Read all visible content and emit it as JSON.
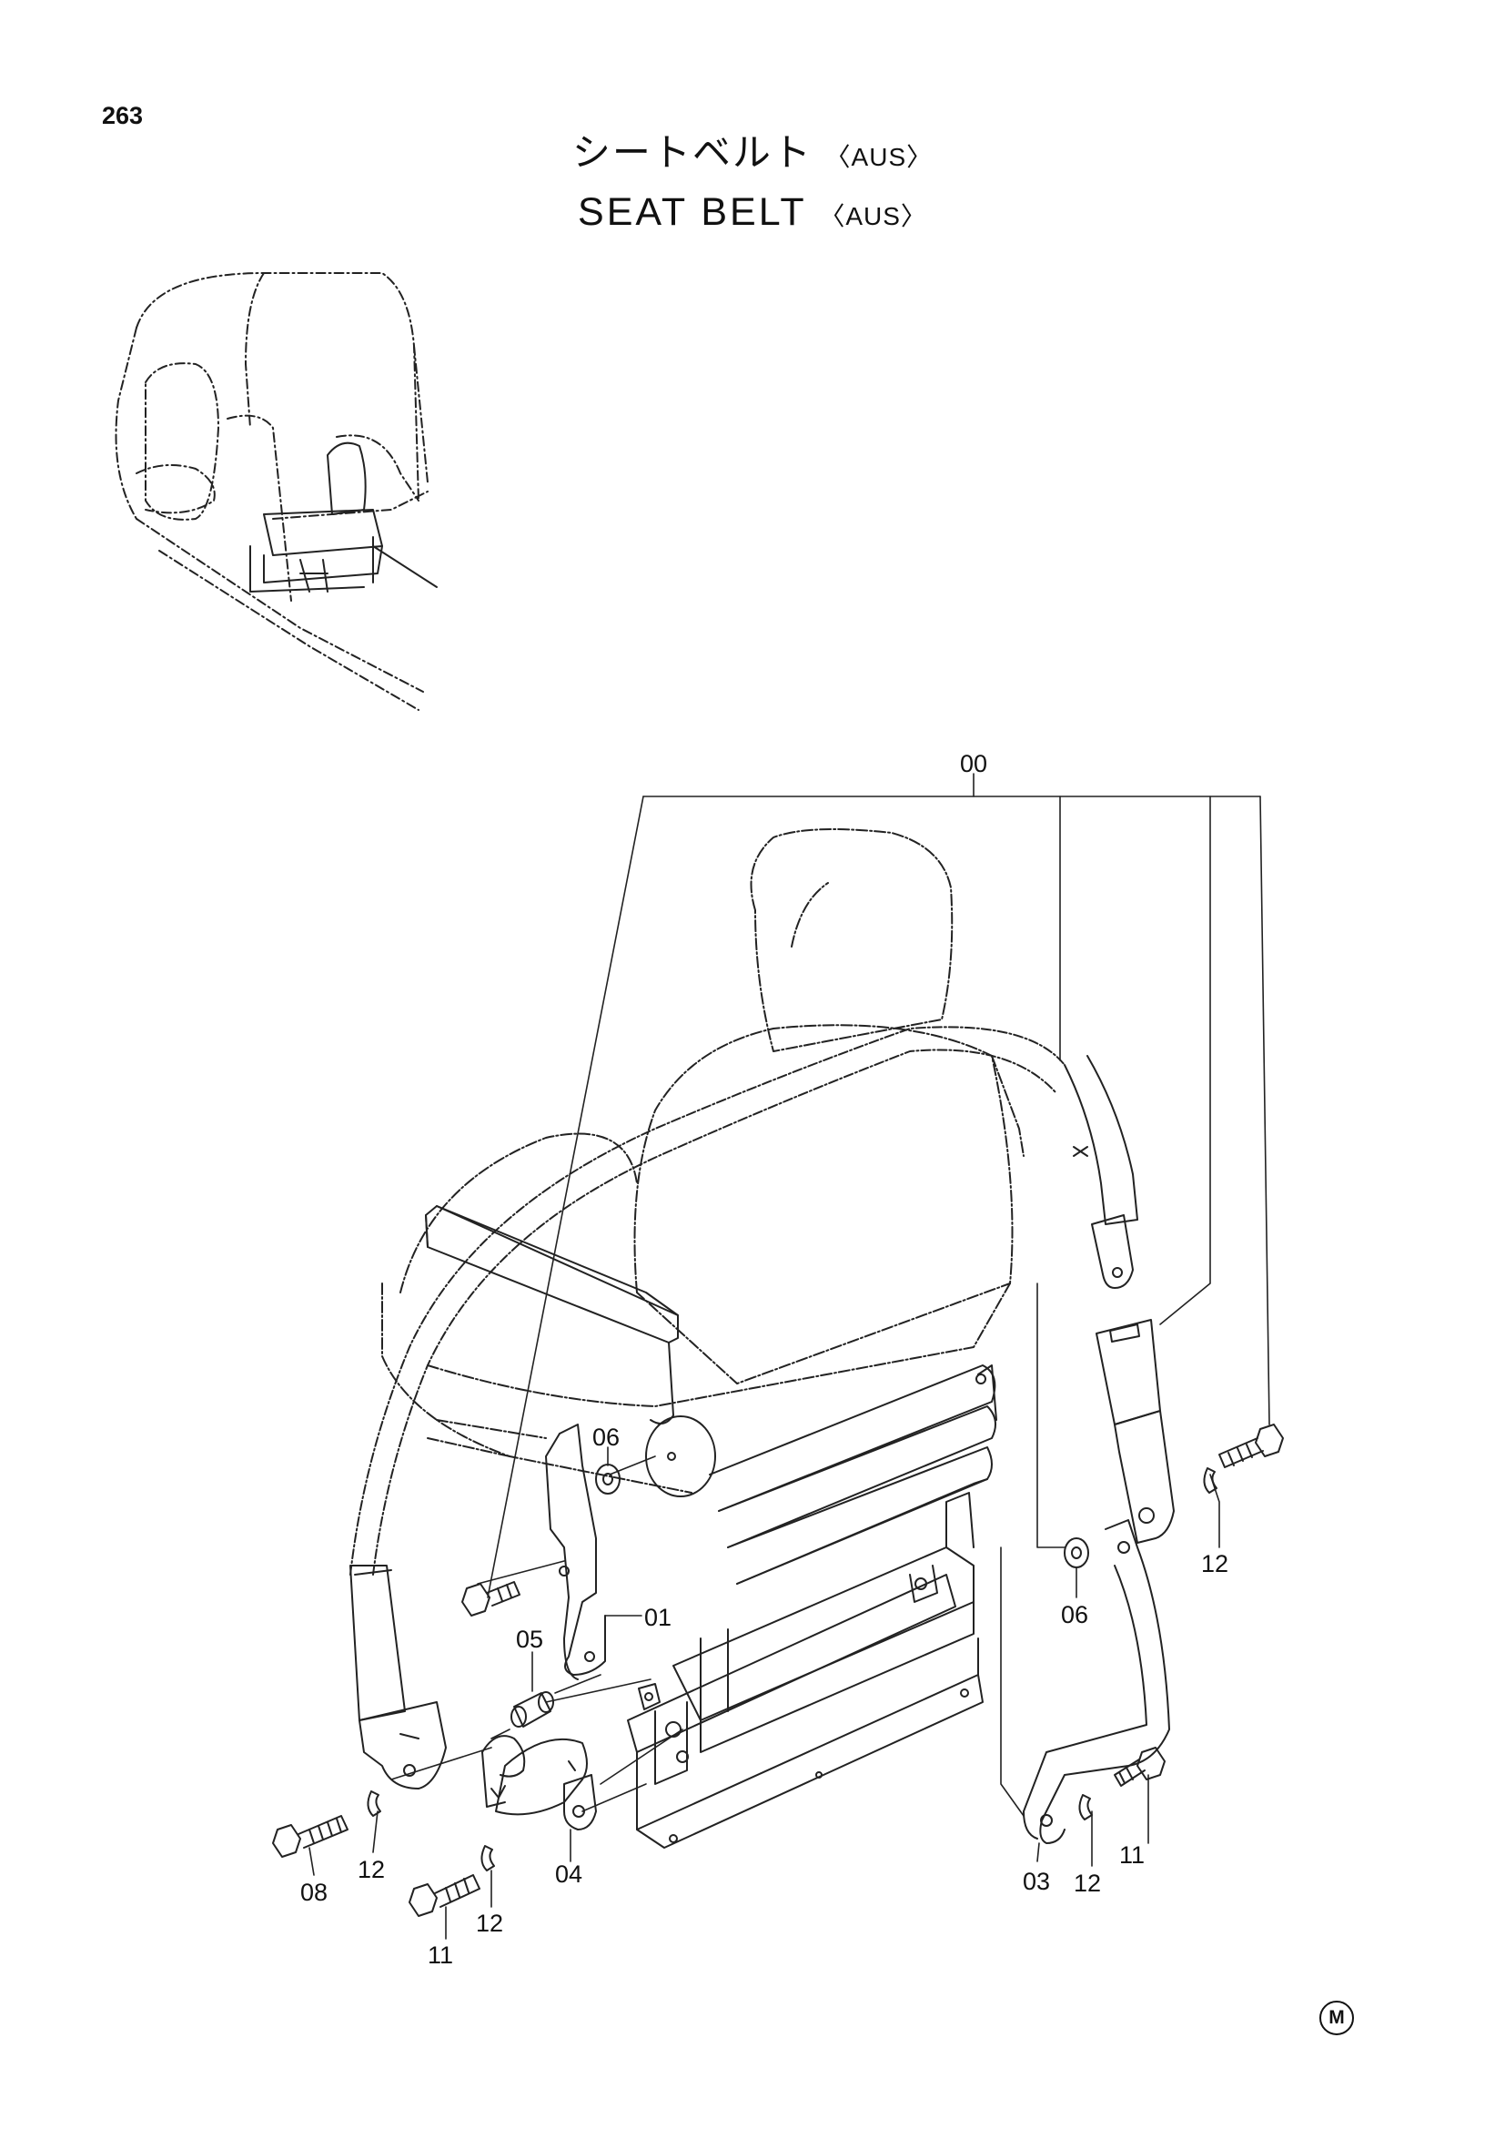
{
  "page_number": "263",
  "title": {
    "japanese": "シートベルト",
    "english": "SEAT BELT",
    "variant_tag": "〈AUS〉"
  },
  "callouts": {
    "assembly": "00",
    "bracket": "01",
    "belt_right": "03",
    "belt_left": "04",
    "spacer": "05",
    "washer_left": "06",
    "washer_right": "06",
    "bolt_08": "08",
    "bolt_11_left": "11",
    "bolt_11_right": "11",
    "lockwasher_a": "12",
    "lockwasher_b": "12",
    "lockwasher_c": "12",
    "lockwasher_d": "12"
  },
  "corner_mark": "M"
}
